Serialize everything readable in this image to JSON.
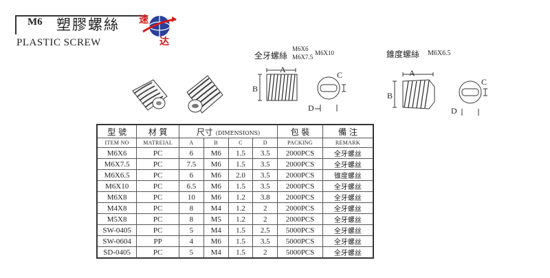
{
  "header": {
    "code": "M6",
    "title_cn": "塑膠螺絲",
    "title_en": "PLASTIC SCREW",
    "logo_text_top": "速",
    "logo_text_bottom": "达"
  },
  "diagram_full": {
    "title": "全牙螺絲",
    "models_line1": "M6X6",
    "models_line2": "M6X7.5",
    "models_extra": "M6X10",
    "dim_a": "A",
    "dim_b": "B",
    "dim_c": "C",
    "dim_d": "D"
  },
  "diagram_taper": {
    "title": "錐度螺絲",
    "model": "M6X6.5",
    "dim_a": "A",
    "dim_b": "B",
    "dim_c": "C",
    "dim_d": "D"
  },
  "table": {
    "head_cn": [
      "型 號",
      "材 質",
      "尺寸",
      "包 裝",
      "備 注"
    ],
    "dim_en": "(DIMENSIONS)",
    "head_en": [
      "ITEM NO",
      "MATREIAL",
      "A",
      "B",
      "C",
      "D",
      "PACKING",
      "REMARK"
    ],
    "rows": [
      [
        "M6X6",
        "PC",
        "6",
        "M6",
        "1.5",
        "3.5",
        "2000PCS",
        "全牙螺丝"
      ],
      [
        "M6X7.5",
        "PC",
        "7.5",
        "M6",
        "1.5",
        "3.5",
        "2000PCS",
        "全牙螺丝"
      ],
      [
        "M6X6.5",
        "PC",
        "6",
        "M6",
        "2.0",
        "3.5",
        "2000PCS",
        "锥度螺丝"
      ],
      [
        "M6X10",
        "PC",
        "6.5",
        "M6",
        "1.5",
        "3.5",
        "2000PCS",
        "全牙螺丝"
      ],
      [
        "M6X8",
        "PC",
        "10",
        "M6",
        "1.2",
        "3.8",
        "2000PCS",
        "全牙螺丝"
      ],
      [
        "M4X8",
        "PC",
        "8",
        "M4",
        "1.2",
        "2",
        "2000PCS",
        "全牙螺丝"
      ],
      [
        "M5X8",
        "PC",
        "8",
        "M5",
        "1.2",
        "2",
        "2000PCS",
        "全牙螺丝"
      ],
      [
        "SW-0405",
        "PC",
        "5",
        "M4",
        "1.5",
        "2.5",
        "5000PCS",
        "全牙螺丝"
      ],
      [
        "SW-0604",
        "PP",
        "4",
        "M6",
        "1.5",
        "3.5",
        "5000PCS",
        "全牙螺丝"
      ],
      [
        "SD-0405",
        "PC",
        "5",
        "M4",
        "1.5",
        "2",
        "5000PCS",
        "全牙螺丝"
      ]
    ]
  },
  "colors": {
    "logo_red": "#d61a1a",
    "logo_blue": "#2a3f9a",
    "ink": "#222222"
  }
}
